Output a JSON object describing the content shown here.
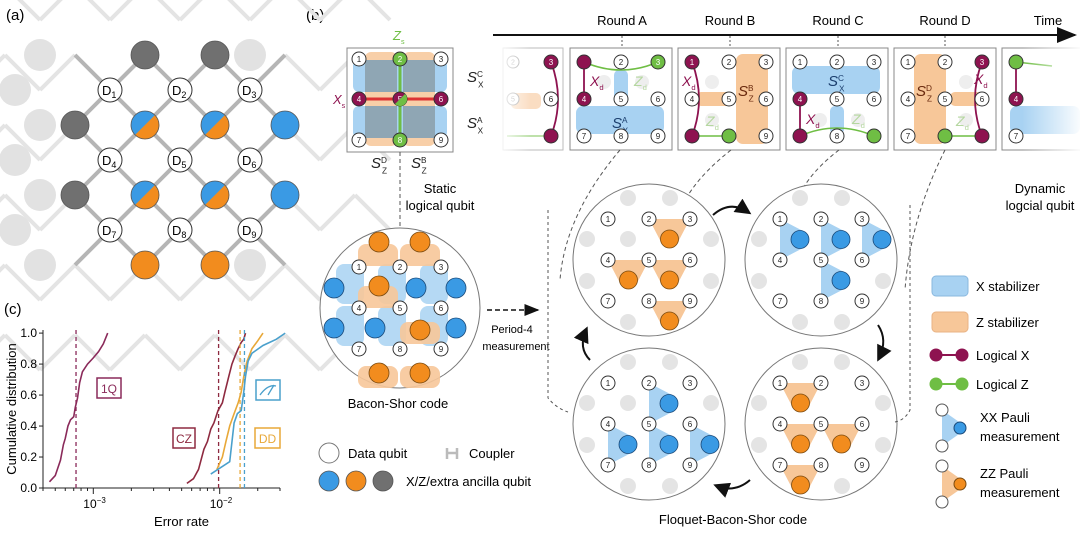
{
  "panels": {
    "a": {
      "label": "(a)"
    },
    "b": {
      "label": "(b)"
    },
    "c": {
      "label": "(c)"
    }
  },
  "layout_a": {
    "data_qubits": [
      "D1",
      "D2",
      "D3",
      "D4",
      "D5",
      "D6",
      "D7",
      "D8",
      "D9"
    ],
    "ancilla_types": {
      "top": [
        "extra",
        "extra"
      ],
      "left": [
        "extra",
        "extra"
      ],
      "center": [
        "mixed",
        "mixed",
        "mixed",
        "mixed"
      ],
      "right": [
        "x",
        "x"
      ],
      "bottom": [
        "z",
        "z"
      ]
    }
  },
  "static_qubit": {
    "zs_label": "Z",
    "zs_sub": "s",
    "xs_label": "X",
    "xs_sub": "s",
    "sxc": {
      "base": "S",
      "sup": "C",
      "sub": "X"
    },
    "sxa": {
      "base": "S",
      "sup": "A",
      "sub": "X"
    },
    "szd": {
      "base": "S",
      "sup": "D",
      "sub": "Z"
    },
    "szb": {
      "base": "S",
      "sup": "B",
      "sub": "Z"
    },
    "caption_line1": "Static",
    "caption_line2": "logical qubit",
    "qubit_numbers": [
      "1",
      "2",
      "3",
      "4",
      "5",
      "6",
      "7",
      "8",
      "9"
    ]
  },
  "timeline": {
    "rounds": [
      "Round A",
      "Round B",
      "Round C",
      "Round D"
    ],
    "time_label": "Time",
    "stabilizers": {
      "A": {
        "base": "S",
        "sup": "A",
        "sub": "X"
      },
      "B": {
        "base": "S",
        "sup": "B",
        "sub": "Z"
      },
      "C": {
        "base": "S",
        "sup": "C",
        "sub": "X"
      },
      "D": {
        "base": "S",
        "sup": "D",
        "sub": "Z"
      }
    },
    "xd": {
      "base": "X",
      "sub": "d"
    },
    "zd": {
      "base": "Z",
      "sub": "d"
    },
    "dynamic_line1": "Dynamic",
    "dynamic_line2": "logcial qubit"
  },
  "bacon_shor": {
    "caption": "Bacon-Shor code",
    "arrow_line1": "Period-4",
    "arrow_line2": "measurement"
  },
  "floquet": {
    "caption": "Floquet-Bacon-Shor code"
  },
  "legend_a": {
    "data_qubit": "Data qubit",
    "coupler": "Coupler",
    "ancilla": "X/Z/extra ancilla qubit"
  },
  "legend_b": {
    "x_stabilizer": "X stabilizer",
    "z_stabilizer": "Z stabilizer",
    "logical_x": "Logical X",
    "logical_z": "Logical Z",
    "xx_line1": "XX Pauli",
    "xx_line2": "measurement",
    "zz_line1": "ZZ Pauli",
    "zz_line2": "measurement"
  },
  "colors": {
    "x_ancilla": "#3a9ae4",
    "z_ancilla": "#f28c1e",
    "extra_ancilla": "#707070",
    "x_stab_fill": "#a8d2f2",
    "z_stab_fill": "#f7c799",
    "logical_x": "#8e1350",
    "logical_z": "#6fbe44",
    "inactive": "#e0e0e0",
    "coupler": "#b5b5b5",
    "curve_1q": "#8a2a5a",
    "curve_cz": "#8e2a40",
    "curve_dd": "#e8a838",
    "curve_meas": "#4aa0cc"
  },
  "chart_data": {
    "type": "line",
    "title": "",
    "xlabel": "Error rate",
    "ylabel": "Cumulative distribution",
    "xscale": "log",
    "xlim": [
      0.0004,
      0.03
    ],
    "ylim": [
      0.0,
      1.02
    ],
    "xticks": [
      {
        "value": 0.001,
        "label": "10^-3"
      },
      {
        "value": 0.01,
        "label": "10^-2"
      }
    ],
    "yticks": [
      "0.0",
      "0.2",
      "0.4",
      "0.6",
      "0.8",
      "1.0"
    ],
    "series": [
      {
        "name": "1Q",
        "color": "#8a2a5a",
        "x": [
          0.00045,
          0.0005,
          0.00055,
          0.00058,
          0.0006,
          0.00063,
          0.00066,
          0.0007,
          0.00072,
          0.00075,
          0.00078,
          0.00082,
          0.0009,
          0.001,
          0.0011,
          0.0012,
          0.0013
        ],
        "y": [
          0.04,
          0.08,
          0.18,
          0.28,
          0.32,
          0.4,
          0.44,
          0.46,
          0.52,
          0.58,
          0.68,
          0.75,
          0.8,
          0.84,
          0.88,
          0.93,
          1.0
        ],
        "median_line": 0.00073
      },
      {
        "name": "CZ",
        "color": "#8e2a40",
        "x": [
          0.0055,
          0.0062,
          0.0068,
          0.0075,
          0.008,
          0.0085,
          0.009,
          0.0097,
          0.0105,
          0.011,
          0.0118,
          0.0125,
          0.0132,
          0.014,
          0.0148,
          0.0155,
          0.016
        ],
        "y": [
          0.03,
          0.06,
          0.12,
          0.25,
          0.3,
          0.38,
          0.42,
          0.5,
          0.55,
          0.62,
          0.72,
          0.8,
          0.85,
          0.9,
          0.94,
          0.96,
          1.0
        ],
        "median_line": 0.0098
      },
      {
        "name": "DD",
        "color": "#e8a838",
        "x": [
          0.0095,
          0.0105,
          0.0112,
          0.012,
          0.013,
          0.014,
          0.0148,
          0.0155,
          0.0165,
          0.018,
          0.02,
          0.022
        ],
        "y": [
          0.12,
          0.2,
          0.3,
          0.4,
          0.48,
          0.55,
          0.62,
          0.72,
          0.82,
          0.9,
          0.95,
          1.0
        ],
        "median_line": 0.0145
      },
      {
        "name": "Measurement",
        "color": "#4aa0cc",
        "x": [
          0.0085,
          0.012,
          0.013,
          0.0138,
          0.0148,
          0.0155,
          0.016,
          0.0168,
          0.018,
          0.022,
          0.028,
          0.033
        ],
        "y": [
          0.09,
          0.17,
          0.42,
          0.48,
          0.5,
          0.62,
          0.72,
          0.82,
          0.87,
          0.92,
          0.96,
          1.0
        ],
        "median_line": 0.0157
      }
    ],
    "annotations": [
      {
        "text": "1Q",
        "color": "#8a2a5a"
      },
      {
        "text": "CZ",
        "color": "#8e2a40"
      },
      {
        "text": "DD",
        "color": "#e8a838"
      },
      {
        "text": "meter-icon",
        "color": "#4aa0cc"
      }
    ]
  }
}
